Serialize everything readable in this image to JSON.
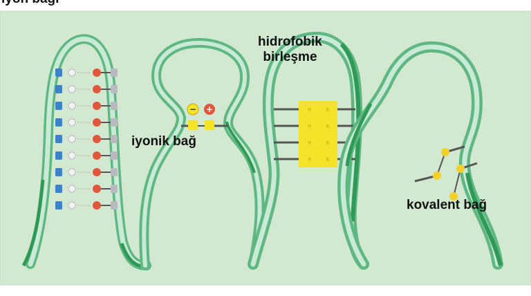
{
  "top_label": "iyon bağı",
  "labels": {
    "ionic": "iyonik bağ",
    "hydrophobic_line1": "hidrofobik",
    "hydrophobic_line2": "birleşme",
    "covalent": "kovalent bağ"
  },
  "colors": {
    "panel_bg": "#d3e8d0",
    "ribbon_light": "#c9ead7",
    "ribbon_mid": "#8fd1ac",
    "ribbon_dark": "#2f9a55",
    "blue_atom": "#3b82c6",
    "white_atom": "#f2f2f2",
    "red_atom": "#e0563b",
    "grey_atom": "#b9b9c0",
    "yellow_box": "#f3e32a",
    "sulfur": "#f2d22a"
  }
}
